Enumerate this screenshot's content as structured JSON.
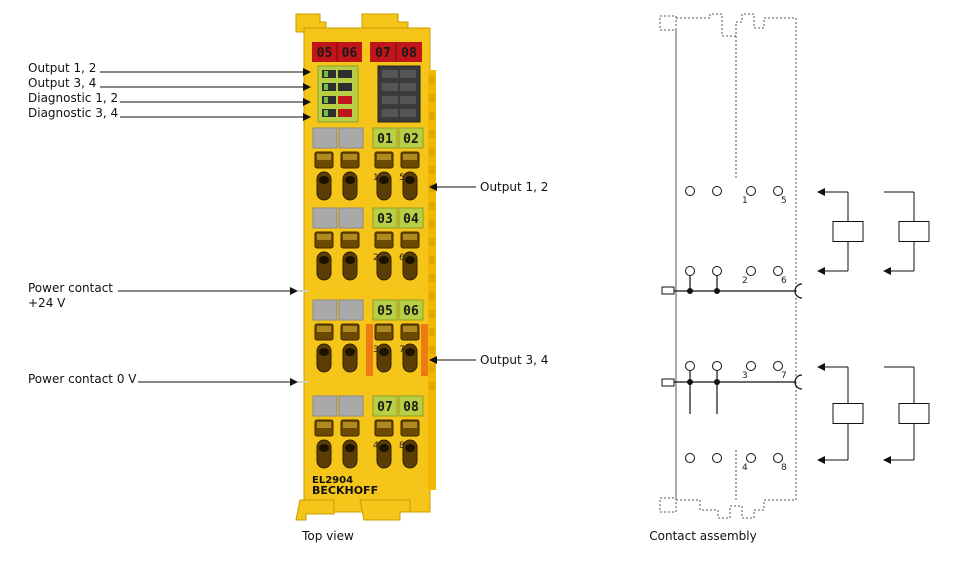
{
  "top_view": {
    "caption": "Top view",
    "left_labels": {
      "output_12": "Output 1, 2",
      "output_34": "Output 3, 4",
      "diag_12": "Diagnostic 1, 2",
      "diag_34": "Diagnostic 3, 4",
      "power_24_line1": "Power contact",
      "power_24_line2": "+24 V",
      "power_0": "Power contact 0 V"
    },
    "right_labels": {
      "output_12": "Output 1, 2",
      "output_34": "Output 3, 4"
    },
    "terminal": {
      "model": "EL2904",
      "brand": "BECKHOFF",
      "header_numbers": [
        "05",
        "06",
        "07",
        "08"
      ],
      "row_numbers": [
        [
          "01",
          "02"
        ],
        [
          "03",
          "04"
        ],
        [
          "05",
          "06"
        ],
        [
          "07",
          "08"
        ]
      ],
      "pin_numbers": [
        [
          "1",
          "5"
        ],
        [
          "2",
          "6"
        ],
        [
          "3",
          "7"
        ],
        [
          "4",
          "8"
        ]
      ],
      "colors": {
        "body": "#f6c51a",
        "header_red": "#c0161b",
        "label_green": "#b7cf45",
        "grey": "#a9a9a9",
        "orange": "#ee7a12"
      }
    }
  },
  "contact_assembly": {
    "caption": "Contact assembly",
    "rows": [
      [
        "1",
        "5"
      ],
      [
        "2",
        "6"
      ],
      [
        "3",
        "7"
      ],
      [
        "4",
        "8"
      ]
    ]
  }
}
